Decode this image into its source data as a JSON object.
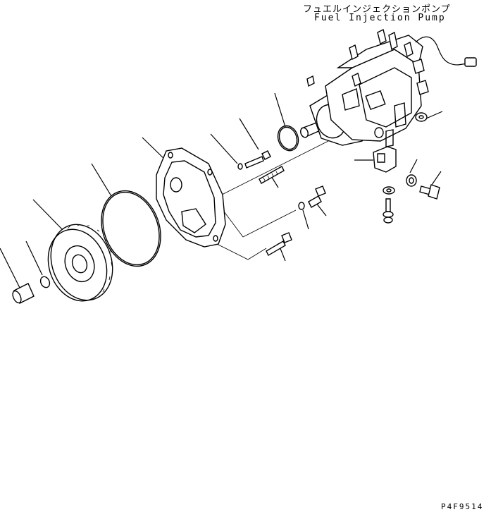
{
  "title": {
    "japanese": "フュエルインジェクションポンプ",
    "english": "Fuel Injection Pump"
  },
  "drawing_code": "P4F9514"
}
